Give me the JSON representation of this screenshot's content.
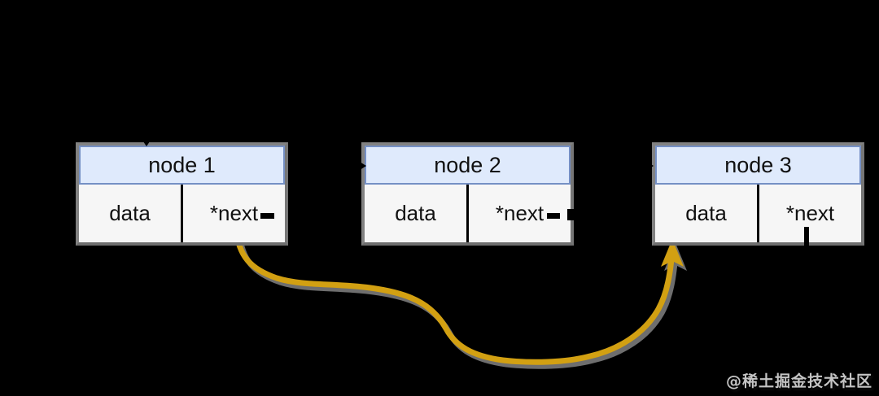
{
  "diagram": {
    "type": "singly-linked-list",
    "nodes": [
      {
        "title": "node 1",
        "data_label": "data",
        "next_label": "*next"
      },
      {
        "title": "node 2",
        "data_label": "data",
        "next_label": "*next"
      },
      {
        "title": "node 3",
        "data_label": "data",
        "next_label": "*next"
      }
    ],
    "pointer_marks": [
      "head-pointer-tick-above-node1",
      "next-pointer-dash-node1",
      "arrowhead-into-node2",
      "next-pointer-dash-node2",
      "next-pointer-stub-node2-right-edge",
      "arrowhead-into-node3",
      "next-pointer-line-below-node3"
    ],
    "curved_arrow": {
      "from": "node1-next",
      "to": "node3-bottom",
      "style": "hand-drawn-curve",
      "color": "#d2a012"
    }
  },
  "colors": {
    "background": "#000000",
    "node_header_fill": "#dfeafc",
    "node_header_border": "#7590c5",
    "node_cell_fill": "#f6f6f6",
    "node_outer_border": "#828282",
    "divider": "#000000",
    "arrow": "#d2a012",
    "arrow_shadow": "#8a8a8a",
    "text": "#111111",
    "watermark": "#c4c4c4"
  },
  "watermark": {
    "text": "@稀土掘金技术社区"
  }
}
